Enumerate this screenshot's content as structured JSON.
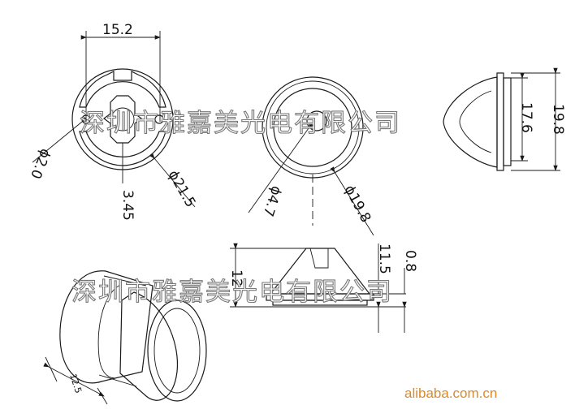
{
  "dimensions": {
    "width_top": "15.2",
    "hole_dia": "ϕ2.0",
    "outer_dia_holder": "ϕ21.5",
    "offset": "3.45",
    "center_hole_dia": "ϕ4.7",
    "lens_dia": "ϕ19.8",
    "side_outer": "19.8",
    "side_inner": "17.6",
    "height_total": "12",
    "height_upper": "11.5",
    "base_thickness": "0.8",
    "iso_length": "12.5"
  },
  "watermark": {
    "text_top": "深圳市雅嘉美光电有限公司",
    "text_bottom": "深圳市雅嘉美光电有限公司"
  },
  "footer": {
    "site": "alibaba.com.cn"
  },
  "colors": {
    "line": "#1a1a1a",
    "shade": "#9a9a9a",
    "site": "#d98a2a"
  }
}
